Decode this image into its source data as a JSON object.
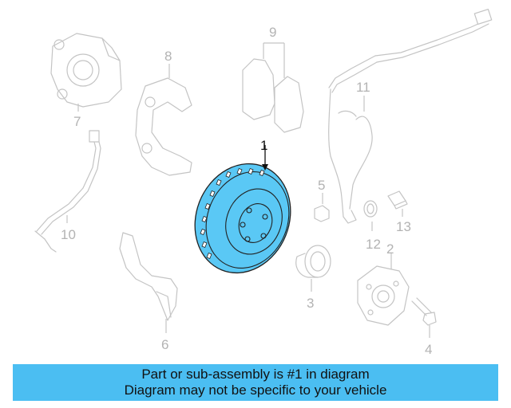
{
  "diagram": {
    "highlight_color": "#5ac8f5",
    "callouts": {
      "c1": "1",
      "c2": "2",
      "c3": "3",
      "c4": "4",
      "c5": "5",
      "c6": "6",
      "c7": "7",
      "c8": "8",
      "c9": "9",
      "c10": "10",
      "c11": "11",
      "c12": "12",
      "c13": "13"
    },
    "highlighted_part": "1"
  },
  "caption": {
    "line1": "Part or sub-assembly is #1 in diagram",
    "line2": "Diagram may not be specific to your vehicle",
    "background": "#4bbef2"
  }
}
